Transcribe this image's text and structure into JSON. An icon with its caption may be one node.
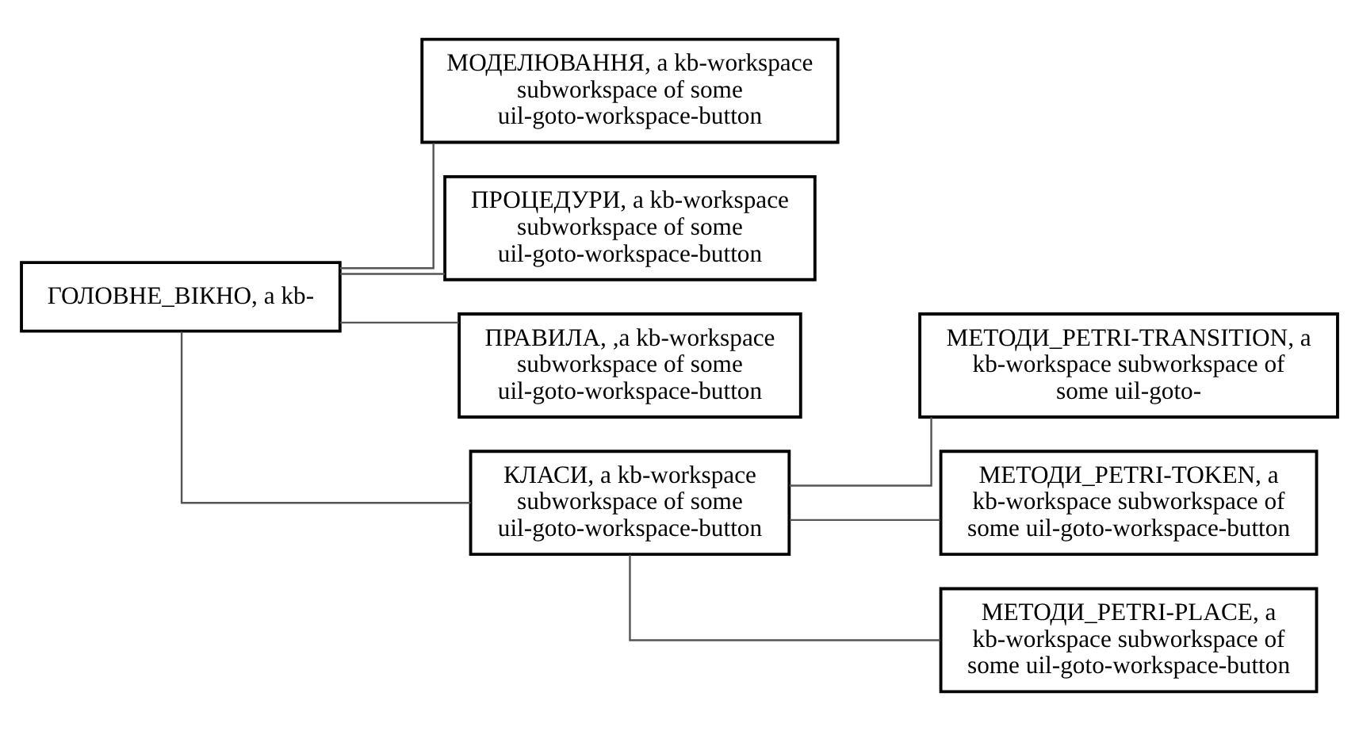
{
  "diagram": {
    "nodes": [
      {
        "text": [
          "ГОЛОВНЕ_ВІКНО, a kb-"
        ]
      },
      {
        "text": [
          "МОДЕЛЮВАННЯ, a kb-workspace subworkspace of some uil-goto-workspace-button"
        ]
      },
      {
        "text": [
          "ПРОЦЕДУРИ, a kb-workspace subworkspace of some uil-goto-workspace-button"
        ]
      },
      {
        "text": [
          "ПРАВИЛА, ,a kb-workspace subworkspace of some uil-goto-workspace-button"
        ]
      },
      {
        "text": [
          "КЛАСИ, a kb-workspace subworkspace of some uil-goto-workspace-button"
        ]
      },
      {
        "text": [
          "МЕТОДИ_PETRI-TRANSITION, a kb-workspace subworkspace of some uil-goto-"
        ]
      },
      {
        "text": [
          "МЕТОДИ_PETRI-TOKEN, a kb-workspace subworkspace of some uil-goto-workspace-button"
        ]
      },
      {
        "text": [
          "МЕТОДИ_PETRI-PLACE, a kb-workspace subworkspace of some uil-goto-workspace-button"
        ]
      }
    ],
    "edges": [
      {
        "from": 0,
        "to": 1,
        "arrow": "none"
      },
      {
        "from": 0,
        "to": 2,
        "arrow": "none"
      },
      {
        "from": 0,
        "to": 3,
        "arrow": "none"
      },
      {
        "from": 0,
        "to": 4,
        "arrow": "none"
      },
      {
        "from": 4,
        "to": 5,
        "arrow": "none"
      },
      {
        "from": 4,
        "to": 6,
        "arrow": "none"
      },
      {
        "from": 4,
        "to": 7,
        "arrow": "none"
      }
    ]
  }
}
